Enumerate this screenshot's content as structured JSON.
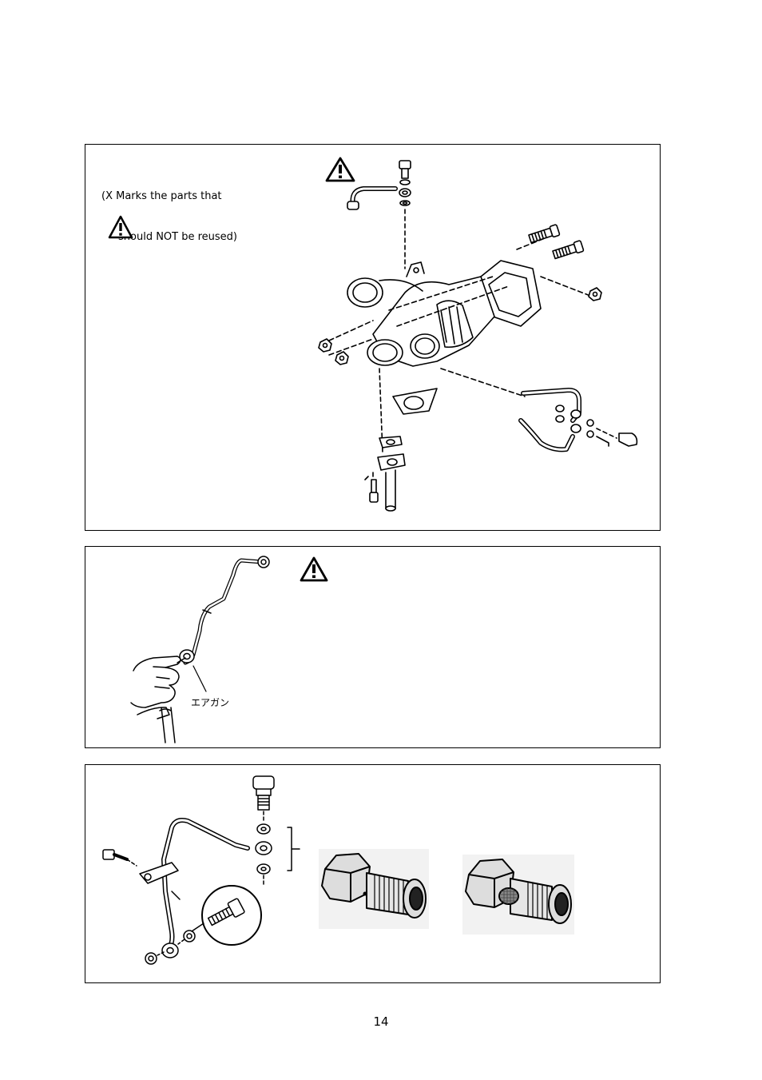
{
  "panel1": {
    "note_line1": "(X Marks the parts that",
    "note_line2": "should NOT be reused)",
    "icons": [
      "warning-triangle-icon",
      "warning-triangle-icon"
    ]
  },
  "panel2": {
    "air_gun_label": "エアガン",
    "icons": [
      "warning-triangle-icon"
    ]
  },
  "panel3": {
    "icons": [
      "union-bolt-icon"
    ]
  },
  "page_number": "14"
}
